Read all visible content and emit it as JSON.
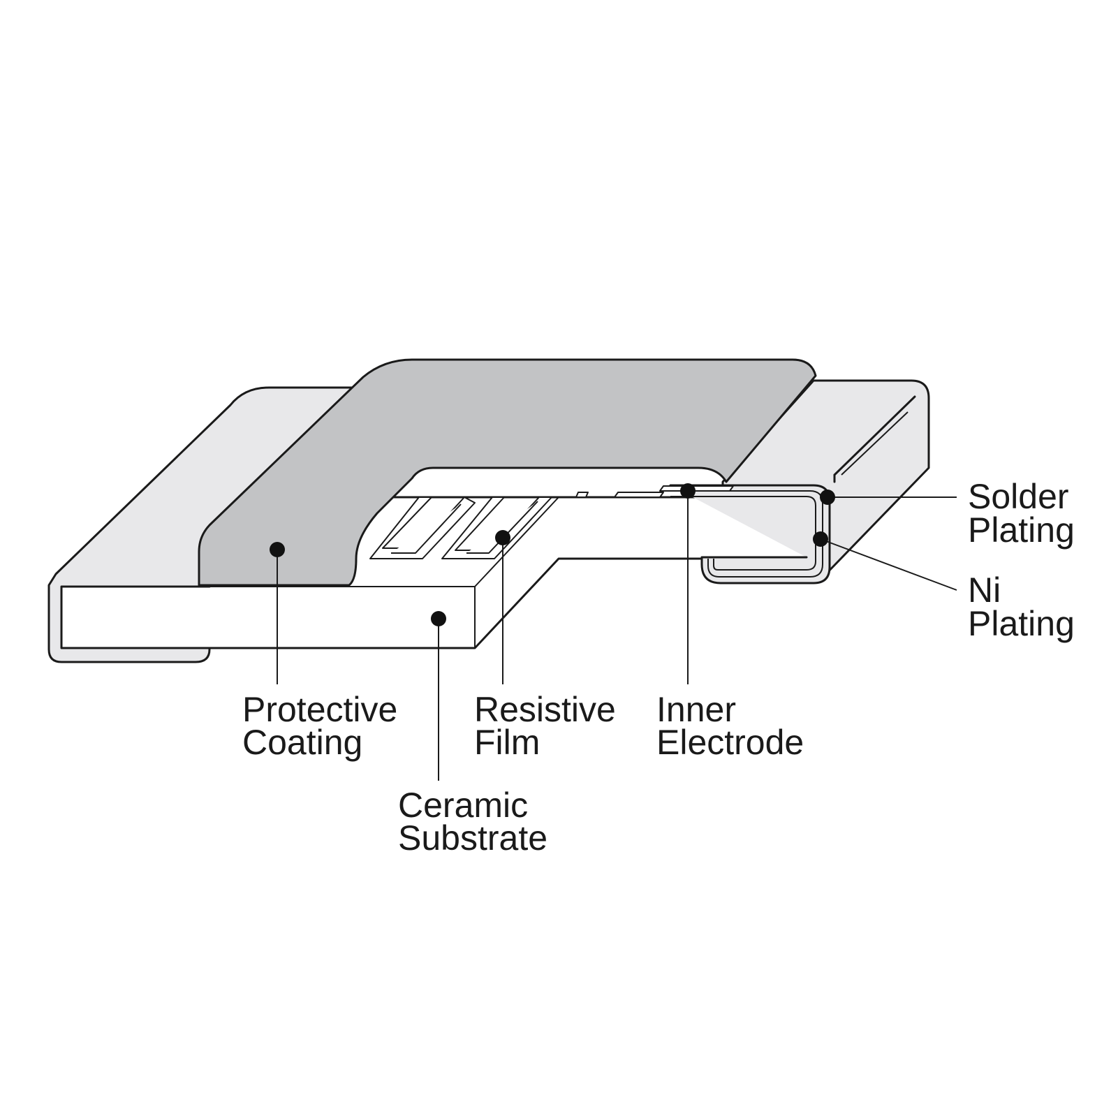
{
  "diagram": {
    "colors": {
      "background": "#ffffff",
      "terminal_fill": "#e8e8ea",
      "coating_fill": "#c2c3c5",
      "substrate_fill": "#ffffff",
      "line": "#1a1a1a"
    },
    "labels": {
      "protective_coating": {
        "line1": "Protective",
        "line2": "Coating"
      },
      "ceramic_substrate": {
        "line1": "Ceramic",
        "line2": "Substrate"
      },
      "resistive_film": {
        "line1": "Resistive",
        "line2": "Film"
      },
      "inner_electrode": {
        "line1": "Inner",
        "line2": "Electrode"
      },
      "solder_plating": {
        "line1": "Solder",
        "line2": "Plating"
      },
      "ni_plating": {
        "line1": "Ni",
        "line2": "Plating"
      }
    }
  }
}
